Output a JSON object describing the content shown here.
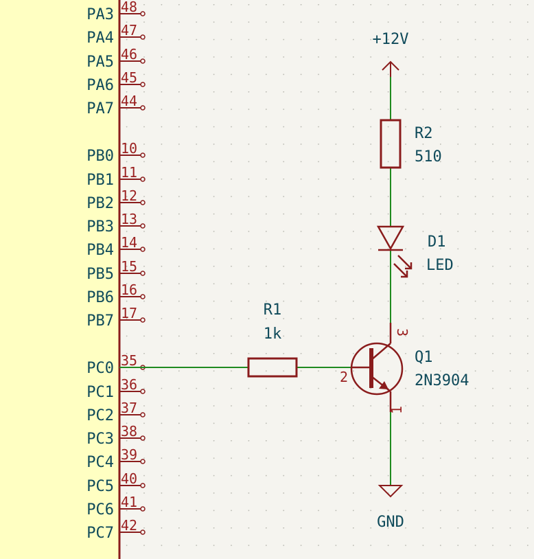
{
  "schematic": {
    "mcu_pins": [
      {
        "name": "PA3",
        "num": "48"
      },
      {
        "name": "PA4",
        "num": "47"
      },
      {
        "name": "PA5",
        "num": "46"
      },
      {
        "name": "PA6",
        "num": "45"
      },
      {
        "name": "PA7",
        "num": "44"
      },
      {
        "name": "PB0",
        "num": "10"
      },
      {
        "name": "PB1",
        "num": "11"
      },
      {
        "name": "PB2",
        "num": "12"
      },
      {
        "name": "PB3",
        "num": "13"
      },
      {
        "name": "PB4",
        "num": "14"
      },
      {
        "name": "PB5",
        "num": "15"
      },
      {
        "name": "PB6",
        "num": "16"
      },
      {
        "name": "PB7",
        "num": "17"
      },
      {
        "name": "PC0",
        "num": "35"
      },
      {
        "name": "PC1",
        "num": "36"
      },
      {
        "name": "PC2",
        "num": "37"
      },
      {
        "name": "PC3",
        "num": "38"
      },
      {
        "name": "PC4",
        "num": "39"
      },
      {
        "name": "PC5",
        "num": "40"
      },
      {
        "name": "PC6",
        "num": "41"
      },
      {
        "name": "PC7",
        "num": "42"
      }
    ],
    "power": {
      "label": "+12V"
    },
    "ground": {
      "label": "GND"
    },
    "r1": {
      "ref": "R1",
      "value": "1k"
    },
    "r2": {
      "ref": "R2",
      "value": "510"
    },
    "d1": {
      "ref": "D1",
      "value": "LED"
    },
    "q1": {
      "ref": "Q1",
      "value": "2N3904",
      "pin_base": "2",
      "pin_collector": "3",
      "pin_emitter": "1"
    }
  },
  "colors": {
    "wire": "#1f8a1f",
    "component": "#8a1c1c",
    "label": "#0f4a5a",
    "mcu_body": "#ffffc2",
    "background": "#f5f4ef"
  }
}
